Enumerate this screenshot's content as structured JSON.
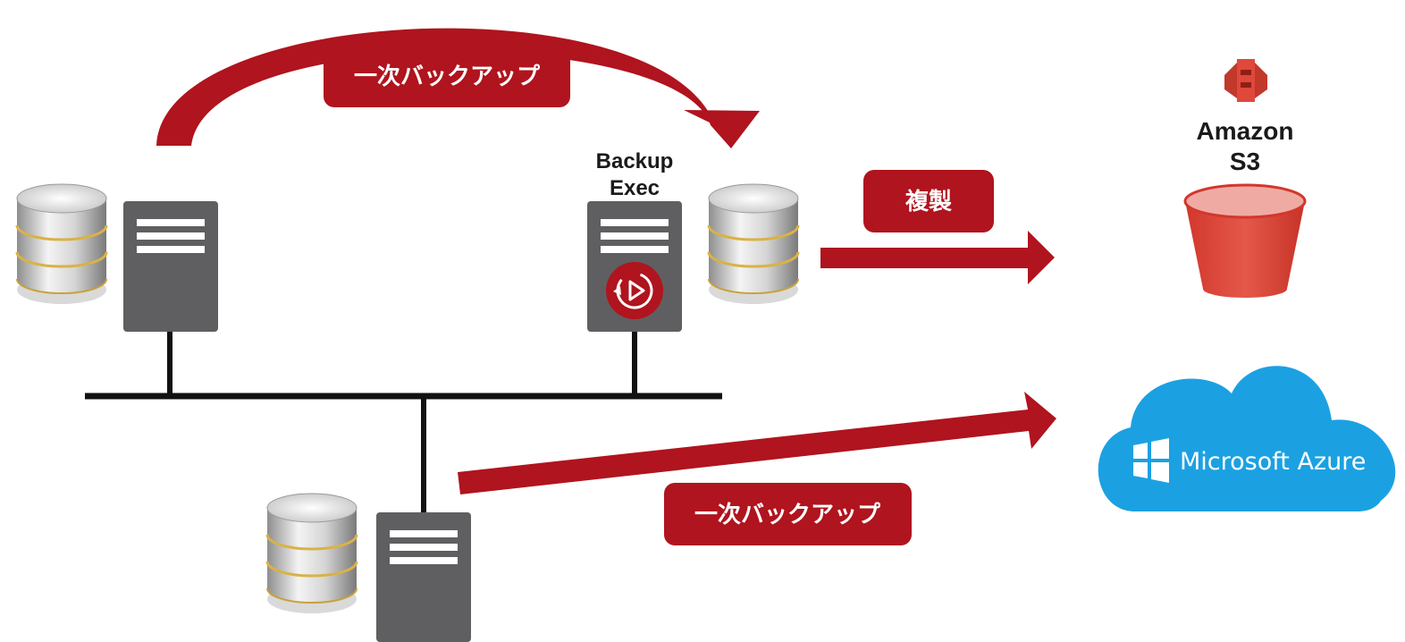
{
  "labels": {
    "top_backup": "一次バックアップ",
    "replication": "複製",
    "bottom_backup": "一次バックアップ",
    "backup_exec_line1": "Backup",
    "backup_exec_line2": "Exec",
    "amazon_line1": "Amazon",
    "amazon_line2": "S3",
    "azure": "Microsoft Azure"
  },
  "colors": {
    "accent_red": "#b0141e",
    "server_gray": "#5f5f61",
    "network_line": "#111111",
    "s3_orange": "#e0483b",
    "azure_blue": "#1ba1e2"
  },
  "icons": {
    "database": "database-stack-icon",
    "server": "server-tower-icon",
    "backup_exec": "backup-exec-logo-icon",
    "amazon_s3": "aws-s3-icon",
    "s3_bucket": "s3-bucket-icon",
    "azure_cloud": "cloud-icon",
    "windows": "windows-logo-icon"
  }
}
